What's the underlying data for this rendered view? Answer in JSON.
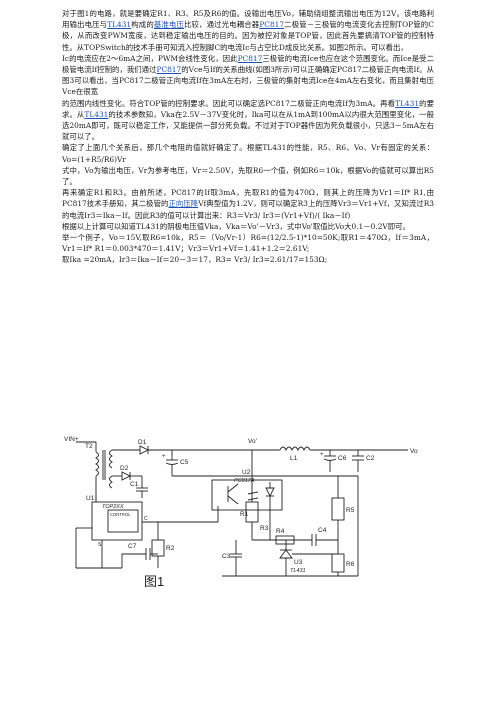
{
  "para1": {
    "a": "对于图1的电路，就是要确定R1、R3、R5及R6的值。设输出电压Vo，辅助绕组整流输出电压为12V。该电路利用输出电压与",
    "tl431": "TL431",
    "b": "构成的",
    "ref": "基准电压",
    "c": "比较，通过光电耦合器",
    "pc817": "PC817",
    "d": "二极管－三极管的电流变化去控制TOP管的C极，从而改变PWM宽度，达到稳定输出电压的目的。因为被控对象是TOP管，因此首先要搞清TOP管的控制特性。从TOPSwitch的技术手册可知流入控制脚C的电流Ic与占空比D成反比关系。如图2所示。可以看出，"
  },
  "para2": {
    "a": "Ic的电流应在2～6mA之间，PWM会线性变化，因此",
    "pc817a": "PC817",
    "b": "三极管的电流Ice也应在这个范围变化。而Ice是受二极管电流If控制的，我们通过",
    "pc817b": "PC817",
    "c": "的Vce与If的关系曲线(如图3所示)可以正确确定PC817二极管正向电流If。从图3可以看出，当PC817二极管正向电流If在3mA左右时，三极管的集射电流Ice在4mA左右变化，而且集射电压Vce在很宽"
  },
  "para3": {
    "a": "的范围内线性变化。符合TOP管的控制要求。因此可以确定选PC817二极管正向电流If为3mA。再看",
    "tl431a": "TL431",
    "b": "的要求。从",
    "tl431b": "TL431",
    "c": "的技术参数知，Vka在2.5V－37V变化时，Ika可以在从1mA到100mA以内很大范围里变化，一般选20mA即可，既可以稳定工作，又能提供一部分死负载。不过对于TOP器件因为死负载很小，只选3－5mA左右就可以了。"
  },
  "para4": "确定了上面几个关系后，那几个电阻的值就好确定了。根据TL431的性能，R5、R6、Vo、Vr有固定的关系：Vo=(1+R5/R6)Vr",
  "para5": "式中，Vo为输出电压，Vr为参考电压，Vr＝2.50V，先取R6一个值，例如R6＝10k，根据Vo的值就可以算出R5了。",
  "para6": {
    "a": "再来确定R1和R3。由前所述，PC817的If取3mA，先取R1的值为470Ω，则其上的压降为Vr1＝If* R1,由PC817技术手册知，其二极管的",
    "vf": "正向压降",
    "b": "Vf典型值为1.2V，则可以确定R3上的压降Vr3＝Vr1+Vf，又知流过R3的电流Ir3＝Ika－If。因此R3的值可以计算出来：R3＝Vr3/ Ir3＝(Vr1+Vf)/( Ika－If)"
  },
  "para7": "根据以上计算可以知道TL431的阴极电压值Vka，Vka＝Vo'－Vr3，式中Vo'取值比Vo大0.1－0.2V即可。",
  "para8": "举一个例子，Vo＝15V,取R6=10k，R5＝（Vo/Vr-1）R6=(12/2.5-1)*10=50K;取R1＝470Ω，If＝3mA，Vr1＝If* R1＝0.003*470＝1.41V；Vr3＝Vr1+Vf＝1.41+1.2＝2.61V;",
  "para9": "取Ika =20mA，Ir3＝Ika－If＝20－3＝17，R3= Vr3/ Ir3=2.61/17=153Ω;",
  "figure": {
    "caption": "图1",
    "vin": "VIN+",
    "vo_prime": "Vo'",
    "vo": "Vo",
    "t2": "T2",
    "d1": "D1",
    "d2": "D2",
    "c5": "C5",
    "c1": "C1",
    "l1": "L1",
    "c6": "C6",
    "c2": "C2",
    "u1": "U1",
    "top": "TOP2XX",
    "control": "CONTROL",
    "pin_c": "C",
    "pin_d": "D",
    "pin_s": "S",
    "u2": "U2",
    "pc817a": "PC817A",
    "r1": "R1",
    "r2": "R2",
    "r3": "R3",
    "r4": "R4",
    "r5": "R5",
    "r6": "R6",
    "c3": "C3",
    "c4": "C4",
    "c7": "C7",
    "u3": "U3",
    "tl431": "TL431",
    "plus1": "+",
    "plus2": "+"
  }
}
